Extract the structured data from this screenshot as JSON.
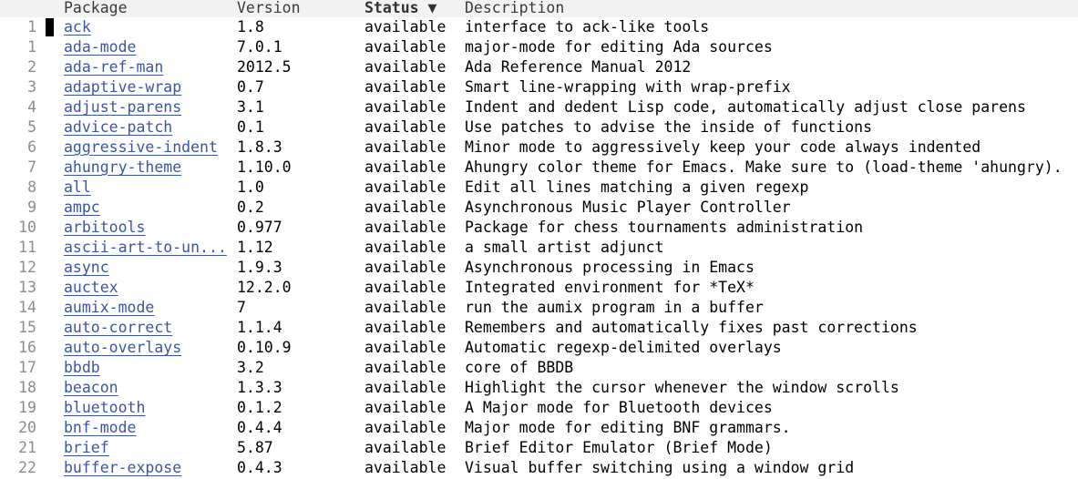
{
  "header": {
    "package": "Package",
    "version": "Version",
    "status": "Status ▼",
    "description": "Description"
  },
  "rows": [
    {
      "num": "1",
      "name": "ack",
      "version": "1.8",
      "status": "available",
      "description": "interface to ack-like tools",
      "cursor": true
    },
    {
      "num": "1",
      "name": "ada-mode",
      "version": "7.0.1",
      "status": "available",
      "description": "major-mode for editing Ada sources"
    },
    {
      "num": "2",
      "name": "ada-ref-man",
      "version": "2012.5",
      "status": "available",
      "description": "Ada Reference Manual 2012"
    },
    {
      "num": "3",
      "name": "adaptive-wrap",
      "version": "0.7",
      "status": "available",
      "description": "Smart line-wrapping with wrap-prefix"
    },
    {
      "num": "4",
      "name": "adjust-parens",
      "version": "3.1",
      "status": "available",
      "description": "Indent and dedent Lisp code, automatically adjust close parens"
    },
    {
      "num": "5",
      "name": "advice-patch",
      "version": "0.1",
      "status": "available",
      "description": "Use patches to advise the inside of functions"
    },
    {
      "num": "6",
      "name": "aggressive-indent",
      "version": "1.8.3",
      "status": "available",
      "description": "Minor mode to aggressively keep your code always indented"
    },
    {
      "num": "7",
      "name": "ahungry-theme",
      "version": "1.10.0",
      "status": "available",
      "description": "Ahungry color theme for Emacs.  Make sure to (load-theme 'ahungry)."
    },
    {
      "num": "8",
      "name": "all",
      "version": "1.0",
      "status": "available",
      "description": "Edit all lines matching a given regexp"
    },
    {
      "num": "9",
      "name": "ampc",
      "version": "0.2",
      "status": "available",
      "description": "Asynchronous Music Player Controller"
    },
    {
      "num": "10",
      "name": "arbitools",
      "version": "0.977",
      "status": "available",
      "description": "Package for chess tournaments administration"
    },
    {
      "num": "11",
      "name": "ascii-art-to-un...",
      "version": "1.12",
      "status": "available",
      "description": "a small artist adjunct"
    },
    {
      "num": "12",
      "name": "async",
      "version": "1.9.3",
      "status": "available",
      "description": "Asynchronous processing in Emacs"
    },
    {
      "num": "13",
      "name": "auctex",
      "version": "12.2.0",
      "status": "available",
      "description": "Integrated environment for *TeX*"
    },
    {
      "num": "14",
      "name": "aumix-mode",
      "version": "7",
      "status": "available",
      "description": "run the aumix program in a buffer"
    },
    {
      "num": "15",
      "name": "auto-correct",
      "version": "1.1.4",
      "status": "available",
      "description": "Remembers and automatically fixes past corrections"
    },
    {
      "num": "16",
      "name": "auto-overlays",
      "version": "0.10.9",
      "status": "available",
      "description": "Automatic regexp-delimited overlays"
    },
    {
      "num": "17",
      "name": "bbdb",
      "version": "3.2",
      "status": "available",
      "description": "core of BBDB"
    },
    {
      "num": "18",
      "name": "beacon",
      "version": "1.3.3",
      "status": "available",
      "description": "Highlight the cursor whenever the window scrolls"
    },
    {
      "num": "19",
      "name": "bluetooth",
      "version": "0.1.2",
      "status": "available",
      "description": "A Major mode for Bluetooth devices"
    },
    {
      "num": "20",
      "name": "bnf-mode",
      "version": "0.4.4",
      "status": "available",
      "description": "Major mode for editing BNF grammars."
    },
    {
      "num": "21",
      "name": "brief",
      "version": "5.87",
      "status": "available",
      "description": "Brief Editor Emulator (Brief Mode)"
    },
    {
      "num": "22",
      "name": "buffer-expose",
      "version": "0.4.3",
      "status": "available",
      "description": "Visual buffer switching using a window grid"
    }
  ]
}
